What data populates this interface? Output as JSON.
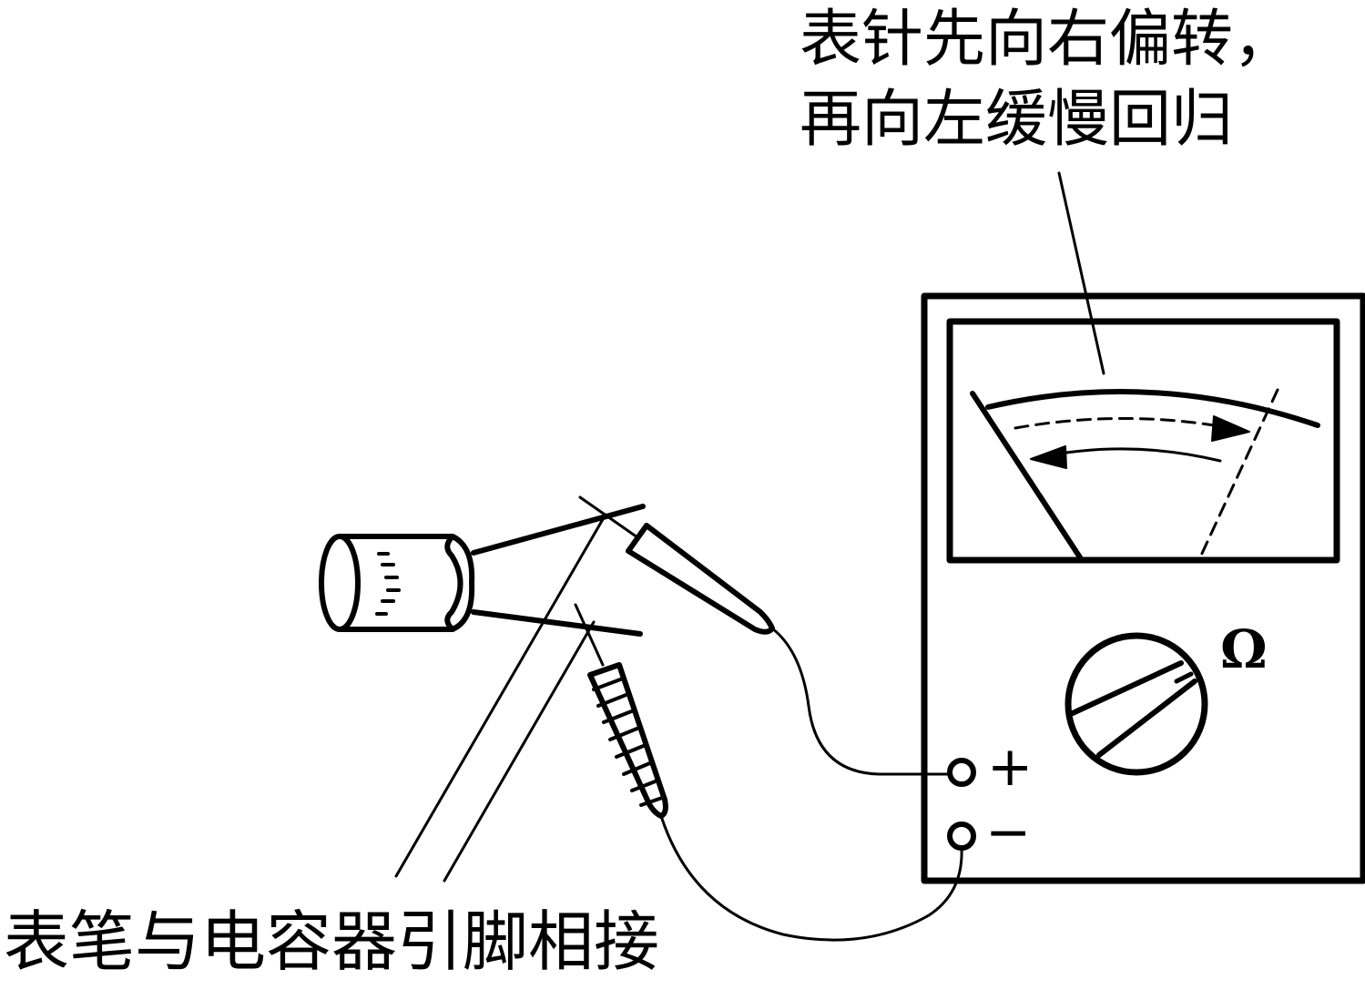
{
  "callout": {
    "line1": "表针先向右偏转，",
    "line2": "再向左缓慢回归"
  },
  "probe_label": "表笔与电容器引脚相接",
  "meter": {
    "ohm_symbol": "Ω",
    "plus_terminal": "+",
    "minus_terminal": "−"
  },
  "icons": [
    "capacitor-icon",
    "probe-icon",
    "multimeter-icon",
    "range-dial-icon",
    "needle-icon"
  ],
  "colors": {
    "ink": "#000000",
    "background": "#ffffff"
  }
}
